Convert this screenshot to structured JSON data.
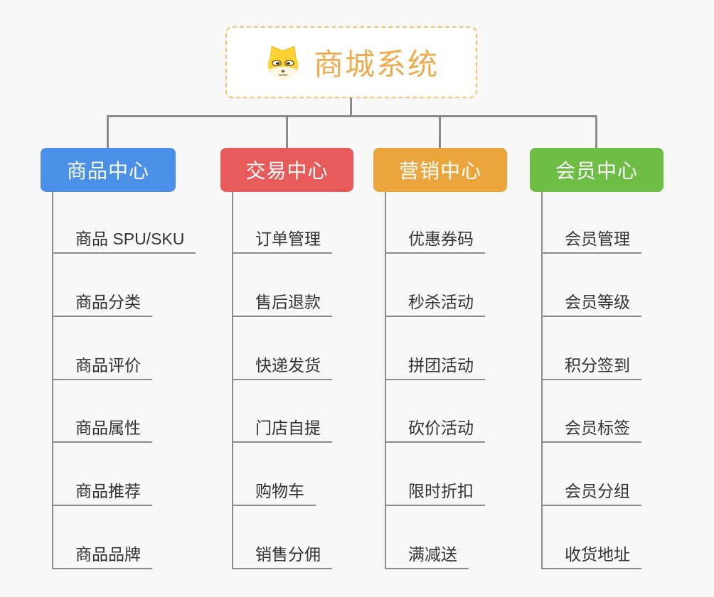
{
  "root": {
    "title": "商城系统",
    "icon": "dog-face",
    "title_color": "#EFAC4E",
    "border_color": "#F6C36B"
  },
  "branches": [
    {
      "label": "商品中心",
      "color": "#4A8FE8",
      "children": [
        "商品 SPU/SKU",
        "商品分类",
        "商品评价",
        "商品属性",
        "商品推荐",
        "商品品牌"
      ]
    },
    {
      "label": "交易中心",
      "color": "#E85B5B",
      "children": [
        "订单管理",
        "售后退款",
        "快递发货",
        "门店自提",
        "购物车",
        "销售分佣"
      ]
    },
    {
      "label": "营销中心",
      "color": "#EAA63C",
      "children": [
        "优惠券码",
        "秒杀活动",
        "拼团活动",
        "砍价活动",
        "限时折扣",
        "满减送"
      ]
    },
    {
      "label": "会员中心",
      "color": "#6EBE45",
      "children": [
        "会员管理",
        "会员等级",
        "积分签到",
        "会员标签",
        "会员分组",
        "收货地址"
      ]
    }
  ],
  "connector_color": "#8C8C8C",
  "background_color": "#F8F8F8"
}
